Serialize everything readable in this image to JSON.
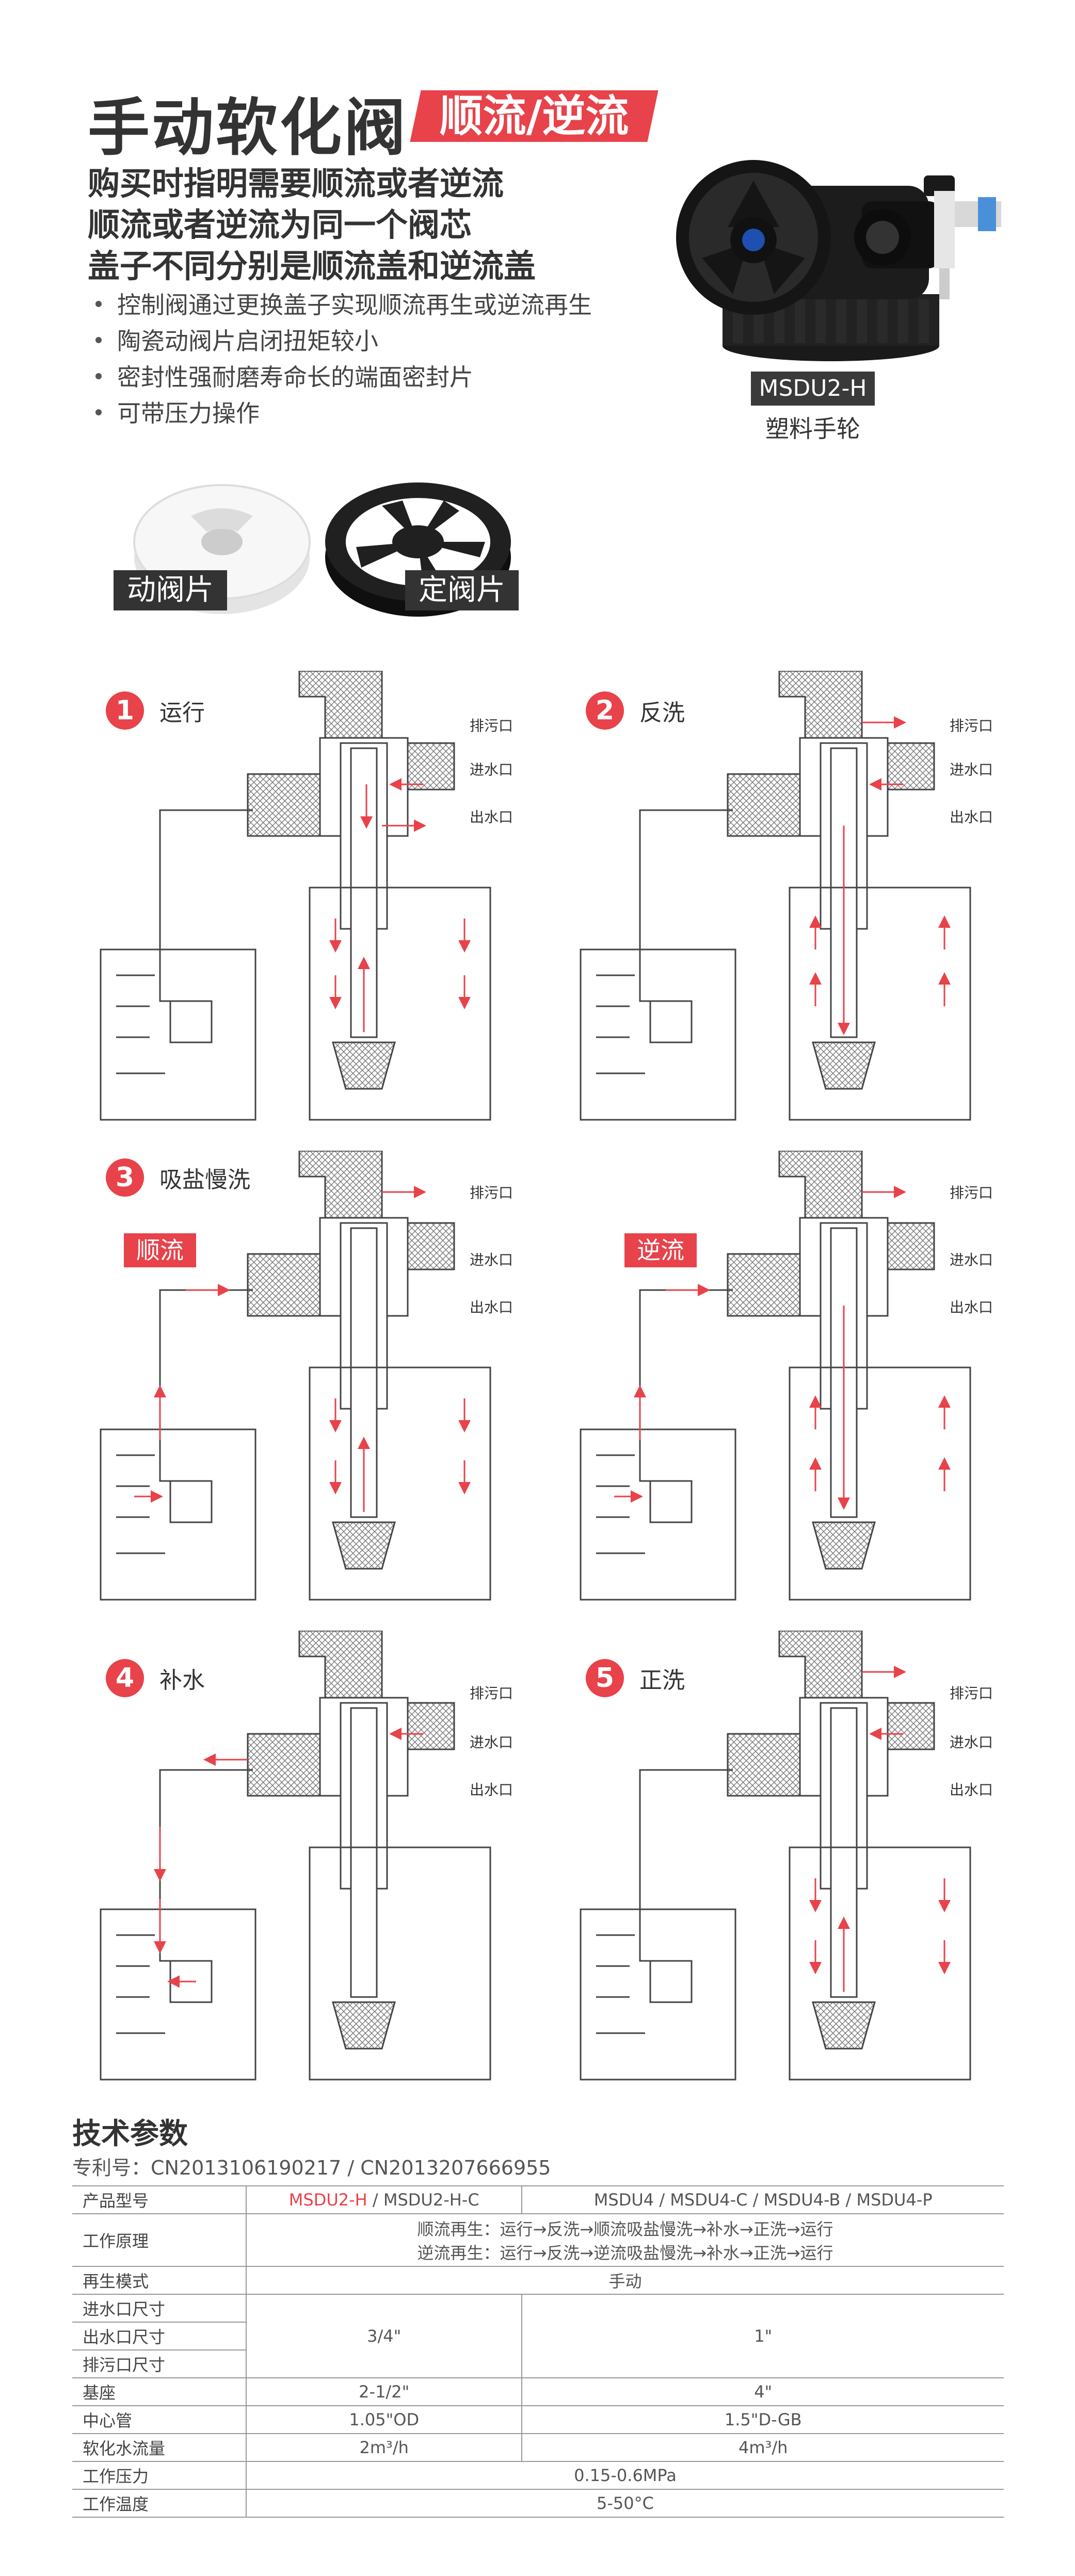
{
  "header": {
    "title": "手动软化阀",
    "tag": "顺流/逆流",
    "lead_lines": [
      "购买时指明需要顺流或者逆流",
      "顺流或者逆流为同一个阀芯",
      "盖子不同分别是顺流盖和逆流盖"
    ],
    "bullets": [
      "控制阀通过更换盖子实现顺流再生或逆流再生",
      "陶瓷动阀片启闭扭矩较小",
      "密封性强耐磨寿命长的端面密封片",
      "可带压力操作"
    ],
    "model_badge": "MSDU2-H",
    "model_sub": "塑料手轮",
    "disc_moving": "动阀片",
    "disc_fixed": "定阀片"
  },
  "ports": {
    "drain": "排污口",
    "inlet": "进水口",
    "outlet": "出水口"
  },
  "steps": [
    {
      "num": "1",
      "name": "运行"
    },
    {
      "num": "2",
      "name": "反洗"
    },
    {
      "num": "3",
      "name": "吸盐慢洗"
    },
    {
      "num": "4",
      "name": "补水"
    },
    {
      "num": "5",
      "name": "正洗"
    }
  ],
  "flow_tags": {
    "co": "顺流",
    "counter": "逆流"
  },
  "spec": {
    "title": "技术参数",
    "patent": "专利号：CN2013106190217 / CN2013207666955",
    "model_label": "产品型号",
    "model_a_hl": "MSDU2-H",
    "model_a_rest": " / MSDU2-H-C",
    "model_b": "MSDU4 / MSDU4-C / MSDU4-B / MSDU4-P",
    "principle_label": "工作原理",
    "principle_1": "顺流再生：运行→反洗→顺流吸盐慢洗→补水→正洗→运行",
    "principle_2": "逆流再生：运行→反洗→逆流吸盐慢洗→补水→正洗→运行",
    "regen_label": "再生模式",
    "regen_value": "手动",
    "inlet_label": "进水口尺寸",
    "outlet_label": "出水口尺寸",
    "drain_label": "排污口尺寸",
    "port_a": "3/4\"",
    "port_b": "1\"",
    "base_label": "基座",
    "base_a": "2-1/2\"",
    "base_b": "4\"",
    "tube_label": "中心管",
    "tube_a": "1.05\"OD",
    "tube_b": "1.5\"D-GB",
    "flow_label": "软化水流量",
    "flow_a": "2m³/h",
    "flow_b": "4m³/h",
    "pressure_label": "工作压力",
    "pressure_value": "0.15-0.6MPa",
    "temp_label": "工作温度",
    "temp_value": "5-50°C"
  }
}
